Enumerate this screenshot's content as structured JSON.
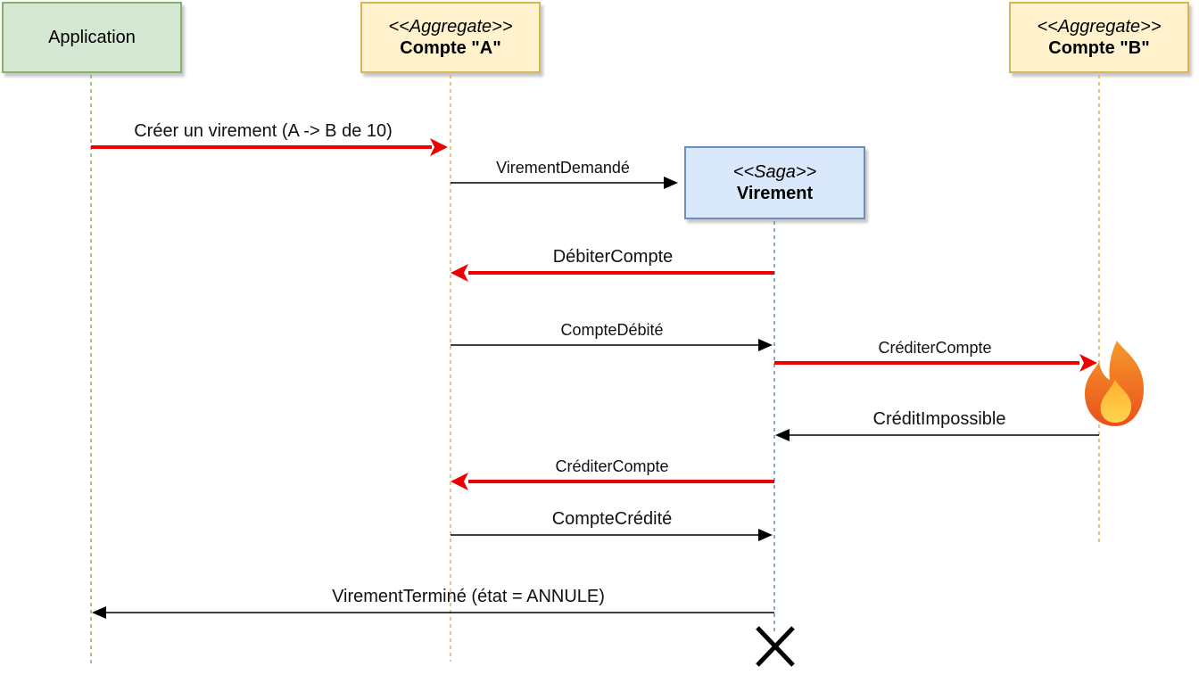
{
  "participants": {
    "application": {
      "name": "Application"
    },
    "compte_a": {
      "stereotype": "<<Aggregate>>",
      "name": "Compte \"A\""
    },
    "saga": {
      "stereotype": "<<Saga>>",
      "name": "Virement"
    },
    "compte_b": {
      "stereotype": "<<Aggregate>>",
      "name": "Compte \"B\""
    }
  },
  "messages": [
    {
      "label": "Créer un virement (A -> B de 10)",
      "from": "Application",
      "to": "Compte \"A\"",
      "style": "command"
    },
    {
      "label": "VirementDemandé",
      "from": "Compte \"A\"",
      "to": "Virement",
      "style": "event"
    },
    {
      "label": "DébiterCompte",
      "from": "Virement",
      "to": "Compte \"A\"",
      "style": "command"
    },
    {
      "label": "CompteDébité",
      "from": "Compte \"A\"",
      "to": "Virement",
      "style": "event"
    },
    {
      "label": "CréditerCompte",
      "from": "Virement",
      "to": "Compte \"B\"",
      "style": "command"
    },
    {
      "label": "CréditImpossible",
      "from": "Compte \"B\"",
      "to": "Virement",
      "style": "event"
    },
    {
      "label": "CréditerCompte",
      "from": "Virement",
      "to": "Compte \"A\"",
      "style": "command"
    },
    {
      "label": "CompteCrédité",
      "from": "Compte \"A\"",
      "to": "Virement",
      "style": "event"
    },
    {
      "label": "VirementTerminé (état = ANNULE)",
      "from": "Virement",
      "to": "Application",
      "style": "event"
    }
  ],
  "markers": {
    "failure": "fire-icon",
    "termination": "destroy-x-icon"
  },
  "colors": {
    "command": "#ee0000",
    "event": "#000000"
  }
}
